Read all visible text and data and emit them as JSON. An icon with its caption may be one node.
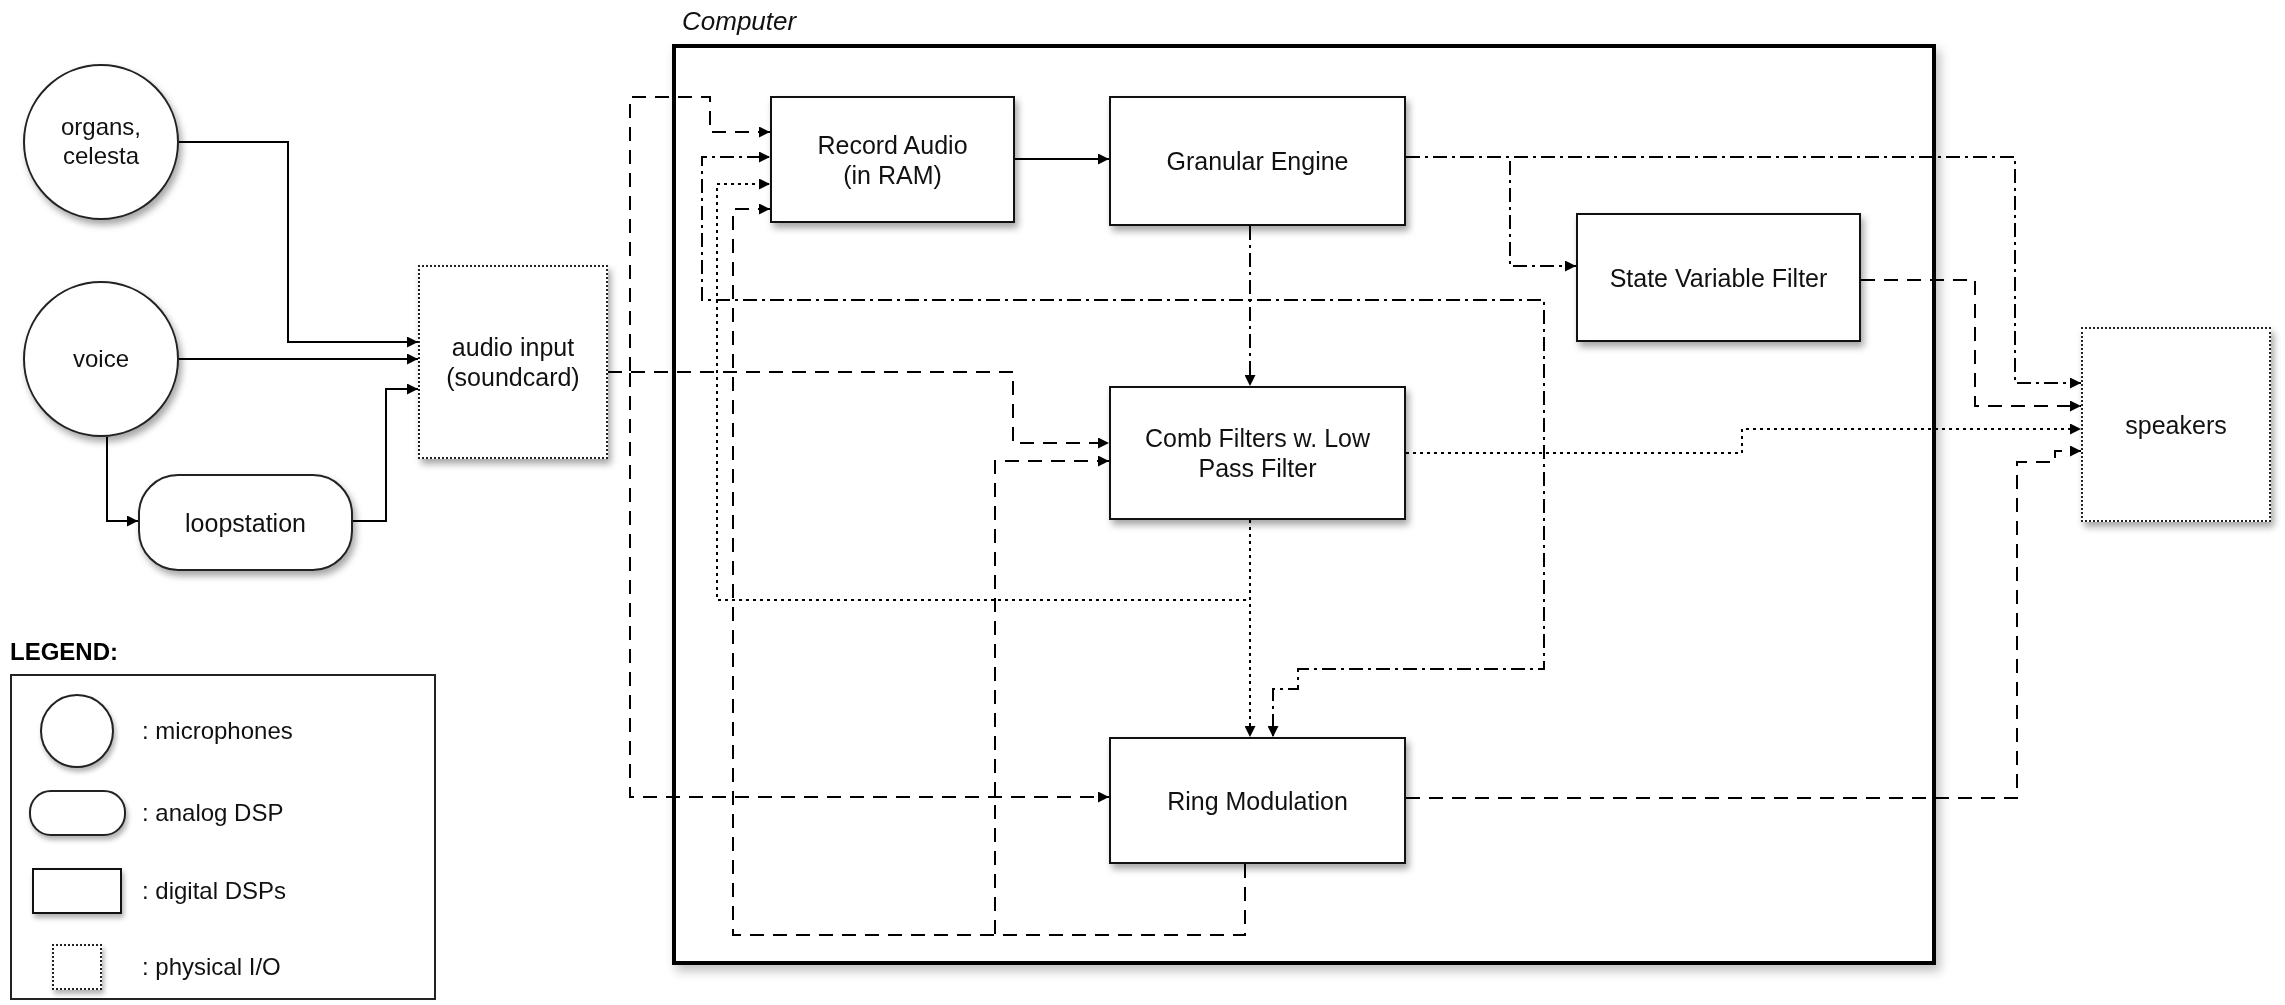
{
  "diagram": {
    "nodes": [
      {
        "text": [
          "Computer"
        ]
      },
      {
        "text": [
          "organs, celesta"
        ]
      },
      {
        "text": [
          "voice"
        ]
      },
      {
        "text": [
          "loopstation"
        ]
      },
      {
        "text": [
          "audio input (soundcard)"
        ]
      },
      {
        "text": [
          "Record Audio (in RAM)"
        ],
        "in": 0
      },
      {
        "text": [
          "Granular Engine"
        ],
        "in": 0
      },
      {
        "text": [
          "State Variable Filter"
        ],
        "in": 0
      },
      {
        "text": [
          "Comb Filters w. Low Pass Filter"
        ],
        "in": 0
      },
      {
        "text": [
          "Ring Modulation"
        ],
        "in": 0
      },
      {
        "text": [
          "speakers"
        ]
      }
    ],
    "edges": [
      {
        "from": 1,
        "to": 4,
        "arrow": "to"
      },
      {
        "from": 2,
        "to": 4,
        "arrow": "to"
      },
      {
        "from": 2,
        "to": 3,
        "arrow": "to"
      },
      {
        "from": 3,
        "to": 4,
        "arrow": "to"
      },
      {
        "from": 4,
        "to": 5,
        "arrow": "to",
        "style": "dashed"
      },
      {
        "from": 4,
        "to": 8,
        "arrow": "to",
        "style": "dashed"
      },
      {
        "from": 4,
        "to": 9,
        "arrow": "to",
        "style": "dashed"
      },
      {
        "from": 5,
        "to": 6,
        "arrow": "to"
      },
      {
        "from": 6,
        "to": 7,
        "arrow": "to",
        "style": "dashed"
      },
      {
        "from": 6,
        "to": 10,
        "arrow": "to",
        "style": "dashed"
      },
      {
        "from": 6,
        "to": 8,
        "arrow": "to",
        "style": "dashed"
      },
      {
        "from": 6,
        "to": 5,
        "arrow": "to",
        "style": "dashed"
      },
      {
        "from": 6,
        "to": 9,
        "arrow": "to",
        "style": "dashed"
      },
      {
        "from": 8,
        "to": 10,
        "arrow": "to",
        "style": "dashed"
      },
      {
        "from": 8,
        "to": 5,
        "arrow": "to",
        "style": "dashed"
      },
      {
        "from": 8,
        "to": 9,
        "arrow": "to",
        "style": "dashed"
      },
      {
        "from": 7,
        "to": 10,
        "arrow": "to",
        "style": "dashed"
      },
      {
        "from": 9,
        "to": 10,
        "arrow": "to",
        "style": "dashed"
      },
      {
        "from": 9,
        "to": 5,
        "arrow": "to",
        "style": "dashed"
      },
      {
        "from": 9,
        "to": 8,
        "arrow": "to",
        "style": "dashed"
      }
    ],
    "labels": [
      "LEGEND:"
    ],
    "legend": [
      {
        "text": ": microphones"
      },
      {
        "text": ": analog DSP"
      },
      {
        "text": ": digital DSPs"
      },
      {
        "text": ": physical I/O"
      }
    ]
  }
}
